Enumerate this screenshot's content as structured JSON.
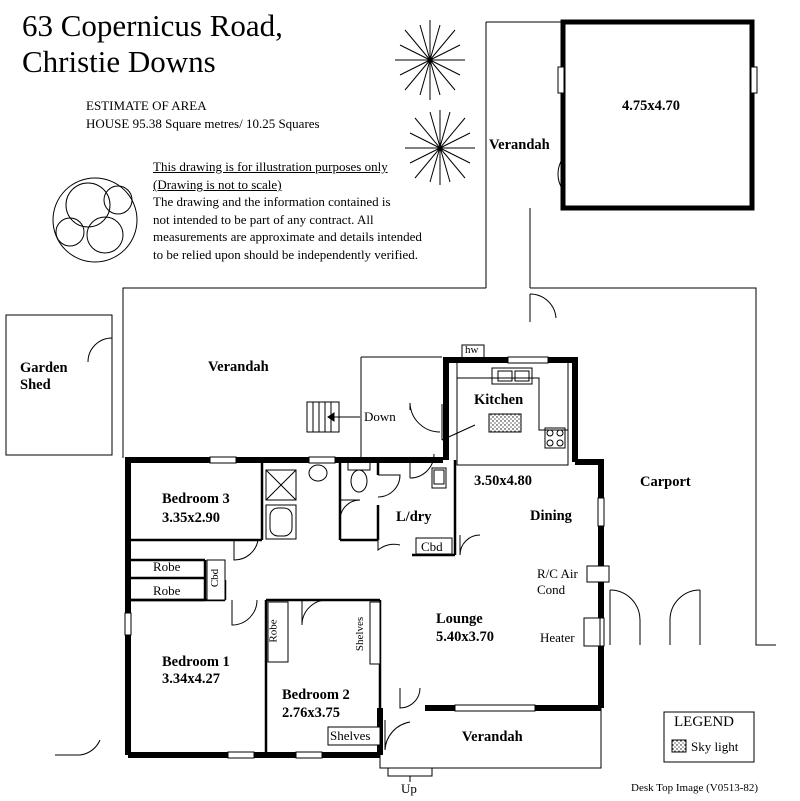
{
  "header": {
    "address_line1": "63 Copernicus Road,",
    "address_line2": "Christie Downs"
  },
  "area": {
    "heading": "ESTIMATE OF AREA",
    "house": "HOUSE  95.38 Square metres/ 10.25 Squares"
  },
  "disclaimer": {
    "line1": "This drawing is for illustration purposes only",
    "line2": "(Drawing is not to scale)",
    "line3": "The drawing and the information contained is",
    "line4": "not intended to be part of any contract.  All",
    "line5": "measurements are approximate and details intended",
    "line6": "to be relied upon should be independently verified."
  },
  "labels": {
    "garage_size": "4.75x4.70",
    "verandah_top": "Verandah",
    "verandah_main": "Verandah",
    "verandah_front": "Verandah",
    "garden_shed_1": "Garden",
    "garden_shed_2": "Shed",
    "hw": "hw",
    "down": "Down",
    "kitchen": "Kitchen",
    "kitchen_size": "3.50x4.80",
    "dining": "Dining",
    "carport": "Carport",
    "bedroom3": "Bedroom 3",
    "bedroom3_size": "3.35x2.90",
    "ldry": "L/dry",
    "cbd_laundry": "Cbd",
    "robe1": "Robe",
    "robe2": "Robe",
    "cbd_hall": "Cbd",
    "ac1": "R/C Air",
    "ac2": "Cond",
    "lounge": "Lounge",
    "lounge_size": "5.40x3.70",
    "heater": "Heater",
    "robe_bed2": "Robe",
    "shelves_vert": "Shelves",
    "bedroom1": "Bedroom 1",
    "bedroom1_size": "3.34x4.27",
    "bedroom2": "Bedroom 2",
    "bedroom2_size": "2.76x3.75",
    "shelves_bottom": "Shelves",
    "up": "Up"
  },
  "legend": {
    "title": "LEGEND",
    "item": "Sky light"
  },
  "footer": {
    "credit": "Desk Top Image  (V0513-82)"
  }
}
